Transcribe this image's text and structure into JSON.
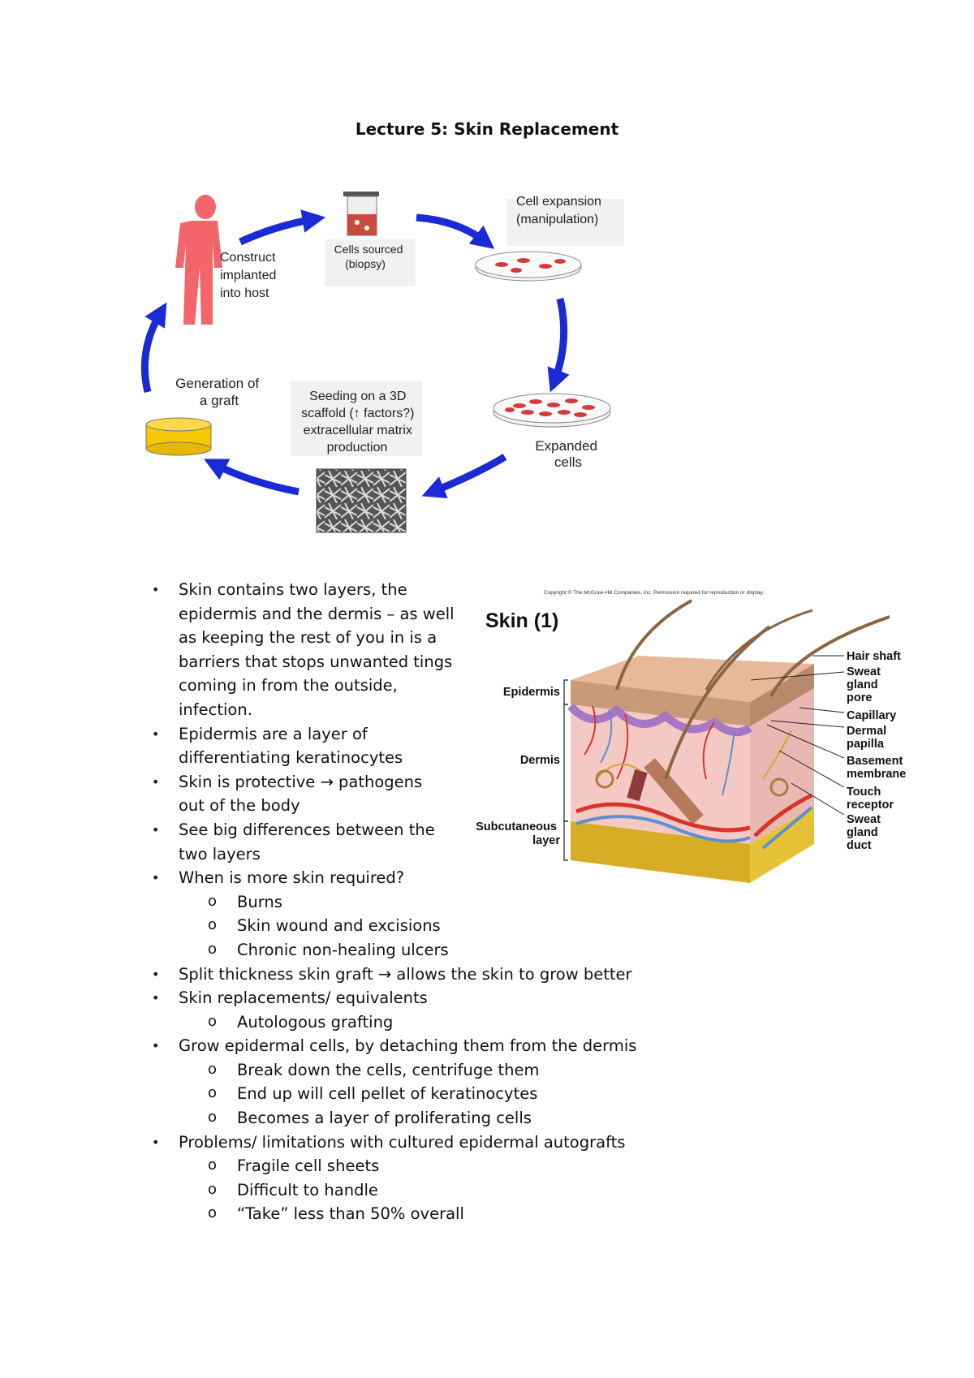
{
  "page": {
    "title": "Lecture 5: Skin Replacement"
  },
  "cycle": {
    "construct": [
      "Construct",
      "implanted",
      "into host"
    ],
    "cells_sourced": [
      "Cells sourced",
      "(biopsy)"
    ],
    "cell_expansion": [
      "Cell expansion",
      "(manipulation)"
    ],
    "expanded": [
      "Expanded",
      "cells"
    ],
    "seeding": [
      "Seeding on a 3D",
      "scaffold (↑ factors?)",
      "extracellular matrix",
      "production"
    ],
    "generation": [
      "Generation of",
      "a graft"
    ]
  },
  "skin_figure": {
    "copyright": "Copyright © The McGraw-Hill Companies, Inc. Permission required for reproduction or display.",
    "title": "Skin (1)",
    "left_labels": {
      "epidermis": "Epidermis",
      "dermis": "Dermis",
      "subcutaneous": [
        "Subcutaneous",
        "layer"
      ]
    },
    "right_labels": [
      [
        "Hair shaft"
      ],
      [
        "Sweat",
        "gland",
        "pore"
      ],
      [
        "Capillary"
      ],
      [
        "Dermal",
        "papilla"
      ],
      [
        "Basement",
        "membrane"
      ],
      [
        "Touch",
        "receptor"
      ],
      [
        "Sweat",
        "gland",
        "duct"
      ]
    ]
  },
  "notes": {
    "b1": "Skin contains two layers, the epidermis and the dermis – as well as keeping the rest of you in is a barriers that stops unwanted tings coming in from the outside, infection.",
    "b2": "Epidermis are a layer of differentiating keratinocytes",
    "b3": "Skin is protective → pathogens out of the body",
    "b4": "See big differences between the two layers",
    "b5": "When is more skin required?",
    "b5_1": "Burns",
    "b5_2": "Skin wound and excisions",
    "b5_3": "Chronic non-healing ulcers",
    "b6": "Split thickness skin graft → allows the skin to grow better",
    "b7": "Skin replacements/ equivalents",
    "b7_1": "Autologous grafting",
    "b8": "Grow epidermal cells, by detaching them from the dermis",
    "b8_1": "Break down the cells, centrifuge them",
    "b8_2": "End up will cell pellet of keratinocytes",
    "b8_3": "Becomes a layer of proliferating cells",
    "b9": "Problems/ limitations with cultured epidermal autografts",
    "b9_1": "Fragile cell sheets",
    "b9_2": "Difficult to handle",
    "b9_3": "“Take” less than 50% overall"
  }
}
